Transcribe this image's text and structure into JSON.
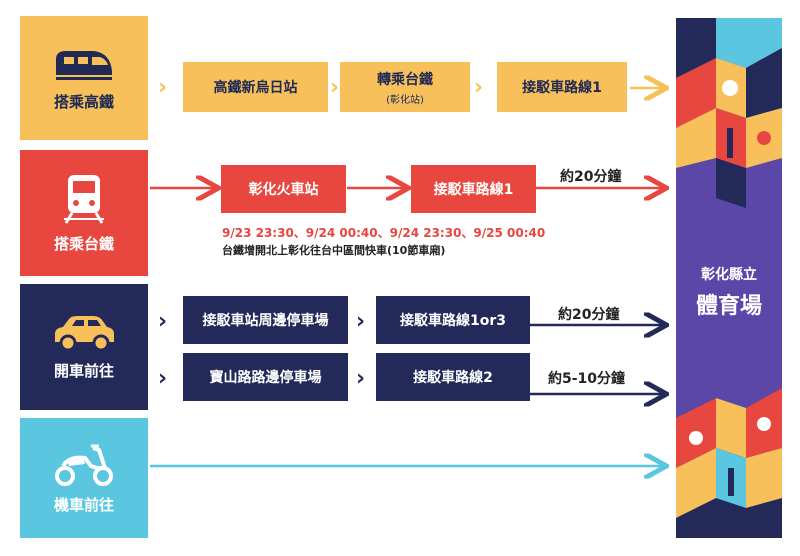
{
  "rows": {
    "hsr": {
      "label": "搭乘高鐵",
      "icon": "hsr-train-icon",
      "color": "#f7c05a",
      "steps": [
        {
          "label": "高鐵新烏日站",
          "sub": ""
        },
        {
          "label": "轉乘台鐵",
          "sub": "(彰化站)"
        },
        {
          "label": "接駁車路線1",
          "sub": ""
        }
      ]
    },
    "tra": {
      "label": "搭乘台鐵",
      "icon": "train-icon",
      "color": "#e8473f",
      "steps": [
        {
          "label": "彰化火車站"
        },
        {
          "label": "接駁車路線1"
        }
      ],
      "time": "約20分鐘",
      "schedule": "9/23 23:30、9/24 00:40、9/24 23:30、9/25 00:40",
      "note": "台鐵增開北上彰化往台中區間快車(10節車廂)"
    },
    "car": {
      "label": "開車前往",
      "icon": "car-icon",
      "color": "#232a5a",
      "routes": [
        {
          "parking": "接駁車站周邊停車場",
          "shuttle": "接駁車路線1or3",
          "time": "約20分鐘"
        },
        {
          "parking": "寶山路路邊停車場",
          "shuttle": "接駁車路線2",
          "time": "約5-10分鐘"
        }
      ]
    },
    "scooter": {
      "label": "機車前往",
      "icon": "scooter-icon",
      "color": "#5bc6e0"
    }
  },
  "destination": {
    "line1": "彰化縣立",
    "line2": "體育場",
    "color": "#5b47a8"
  }
}
